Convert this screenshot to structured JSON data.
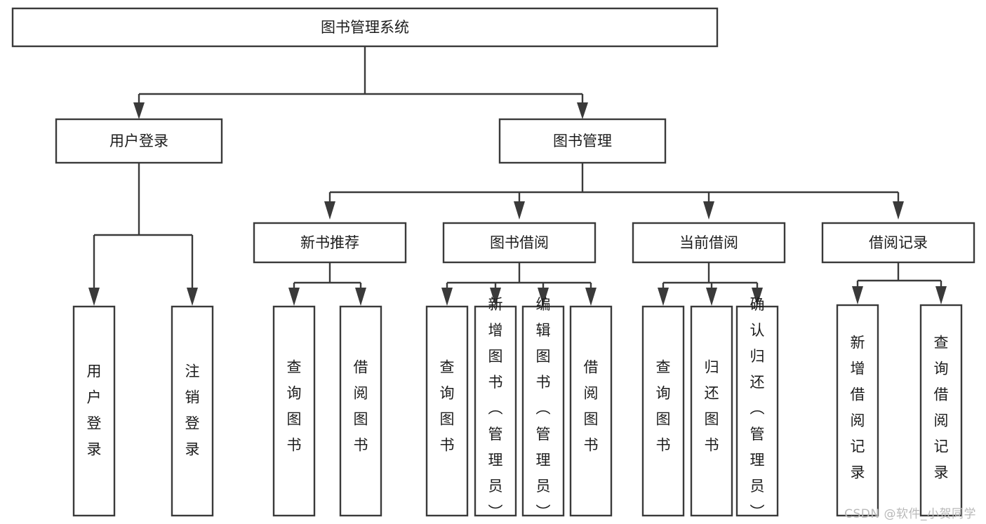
{
  "diagram": {
    "title": "图书管理系统",
    "type": "tree-hierarchy-functional-decomposition",
    "watermark": "CSDN @软件_小贺同学",
    "colors": {
      "box_stroke": "#3a3a3a",
      "box_fill": "#ffffff",
      "connector": "#3a3a3a",
      "text": "#1c1c1c",
      "watermark": "#b9b9b9",
      "background": "#ffffff"
    },
    "levels": {
      "root": {
        "label": "图书管理系统"
      },
      "level2": [
        {
          "id": "user-login",
          "label": "用户登录"
        },
        {
          "id": "book-manage",
          "label": "图书管理"
        }
      ],
      "level3": [
        {
          "id": "new-book-rec",
          "label": "新书推荐",
          "parent": "book-manage"
        },
        {
          "id": "book-borrow",
          "label": "图书借阅",
          "parent": "book-manage"
        },
        {
          "id": "current-borrow",
          "label": "当前借阅",
          "parent": "book-manage"
        },
        {
          "id": "borrow-record",
          "label": "借阅记录",
          "parent": "book-manage"
        }
      ],
      "leaves": [
        {
          "id": "leaf-user-login",
          "label": "用户登录",
          "parent": "user-login"
        },
        {
          "id": "leaf-user-logout",
          "label": "注销登录",
          "parent": "user-login"
        },
        {
          "id": "leaf-query-book-1",
          "label": "查询图书",
          "parent": "new-book-rec"
        },
        {
          "id": "leaf-borrow-book-1",
          "label": "借阅图书",
          "parent": "new-book-rec"
        },
        {
          "id": "leaf-query-book-2",
          "label": "查询图书",
          "parent": "book-borrow"
        },
        {
          "id": "leaf-add-book",
          "label": "新增图书（管理员）",
          "parent": "book-borrow"
        },
        {
          "id": "leaf-edit-book",
          "label": "编辑图书（管理员）",
          "parent": "book-borrow"
        },
        {
          "id": "leaf-borrow-book-2",
          "label": "借阅图书",
          "parent": "book-borrow"
        },
        {
          "id": "leaf-query-book-3",
          "label": "查询图书",
          "parent": "current-borrow"
        },
        {
          "id": "leaf-return-book",
          "label": "归还图书",
          "parent": "current-borrow"
        },
        {
          "id": "leaf-confirm-return",
          "label": "确认归还（管理员）",
          "parent": "current-borrow"
        },
        {
          "id": "leaf-add-record",
          "label": "新增借阅记录",
          "parent": "borrow-record"
        },
        {
          "id": "leaf-query-record",
          "label": "查询借阅记录",
          "parent": "borrow-record"
        }
      ]
    }
  }
}
